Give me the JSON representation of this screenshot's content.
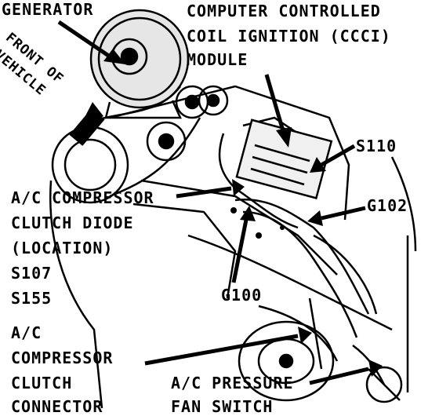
{
  "labels": {
    "generator": "GENERATOR",
    "ccci_line1": "COMPUTER CONTROLLED",
    "ccci_line2": "COIL IGNITION (CCCI)",
    "ccci_line3": "MODULE",
    "front_line1": "FRONT OF",
    "front_line2": "VEHICLE",
    "s110": "S110",
    "g102": "G102",
    "diode_line1": "A/C COMPRESSOR",
    "diode_line2": "CLUTCH DIODE",
    "diode_line3": "(LOCATION)",
    "s107": "S107",
    "s155": "S155",
    "g100": "G100",
    "clutch_line1": "A/C",
    "clutch_line2": "COMPRESSOR",
    "clutch_line3": "CLUTCH",
    "clutch_line4": "CONNECTOR",
    "pressure_line1": "A/C PRESSURE",
    "pressure_line2": "FAN SWITCH"
  }
}
